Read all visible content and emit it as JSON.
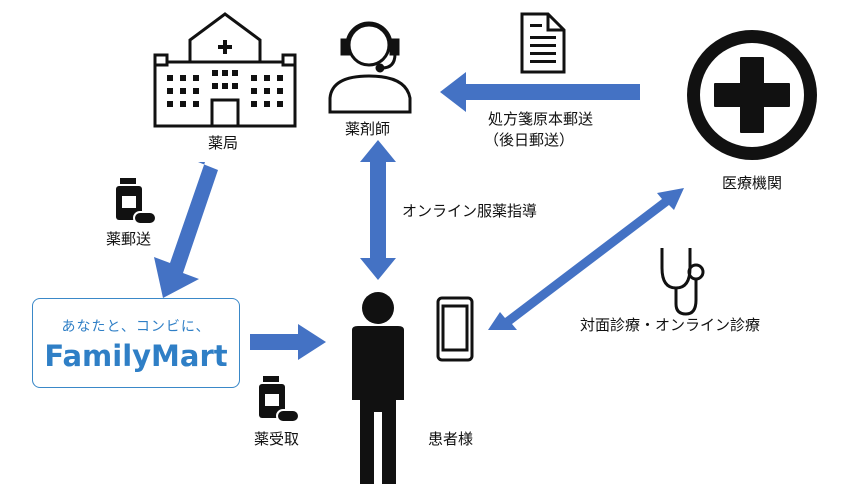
{
  "labels": {
    "pharmacy": "薬局",
    "pharmacist": "薬剤師",
    "medical_institution": "医療機関",
    "medicine_mail": "薬郵送",
    "prescription_mail_line1": "処方箋原本郵送",
    "prescription_mail_line2": "（後日郵送）",
    "online_guidance": "オンライン服薬指導",
    "consultation": "対面診療・オンライン診療",
    "medicine_pickup": "薬受取",
    "patient": "患者様"
  },
  "familymart": {
    "tagline": "あなたと、コンビに、",
    "logo": "FamilyMart"
  },
  "colors": {
    "arrow": "#4472c4",
    "brand": "#2f7fc6",
    "icon": "#111111"
  }
}
